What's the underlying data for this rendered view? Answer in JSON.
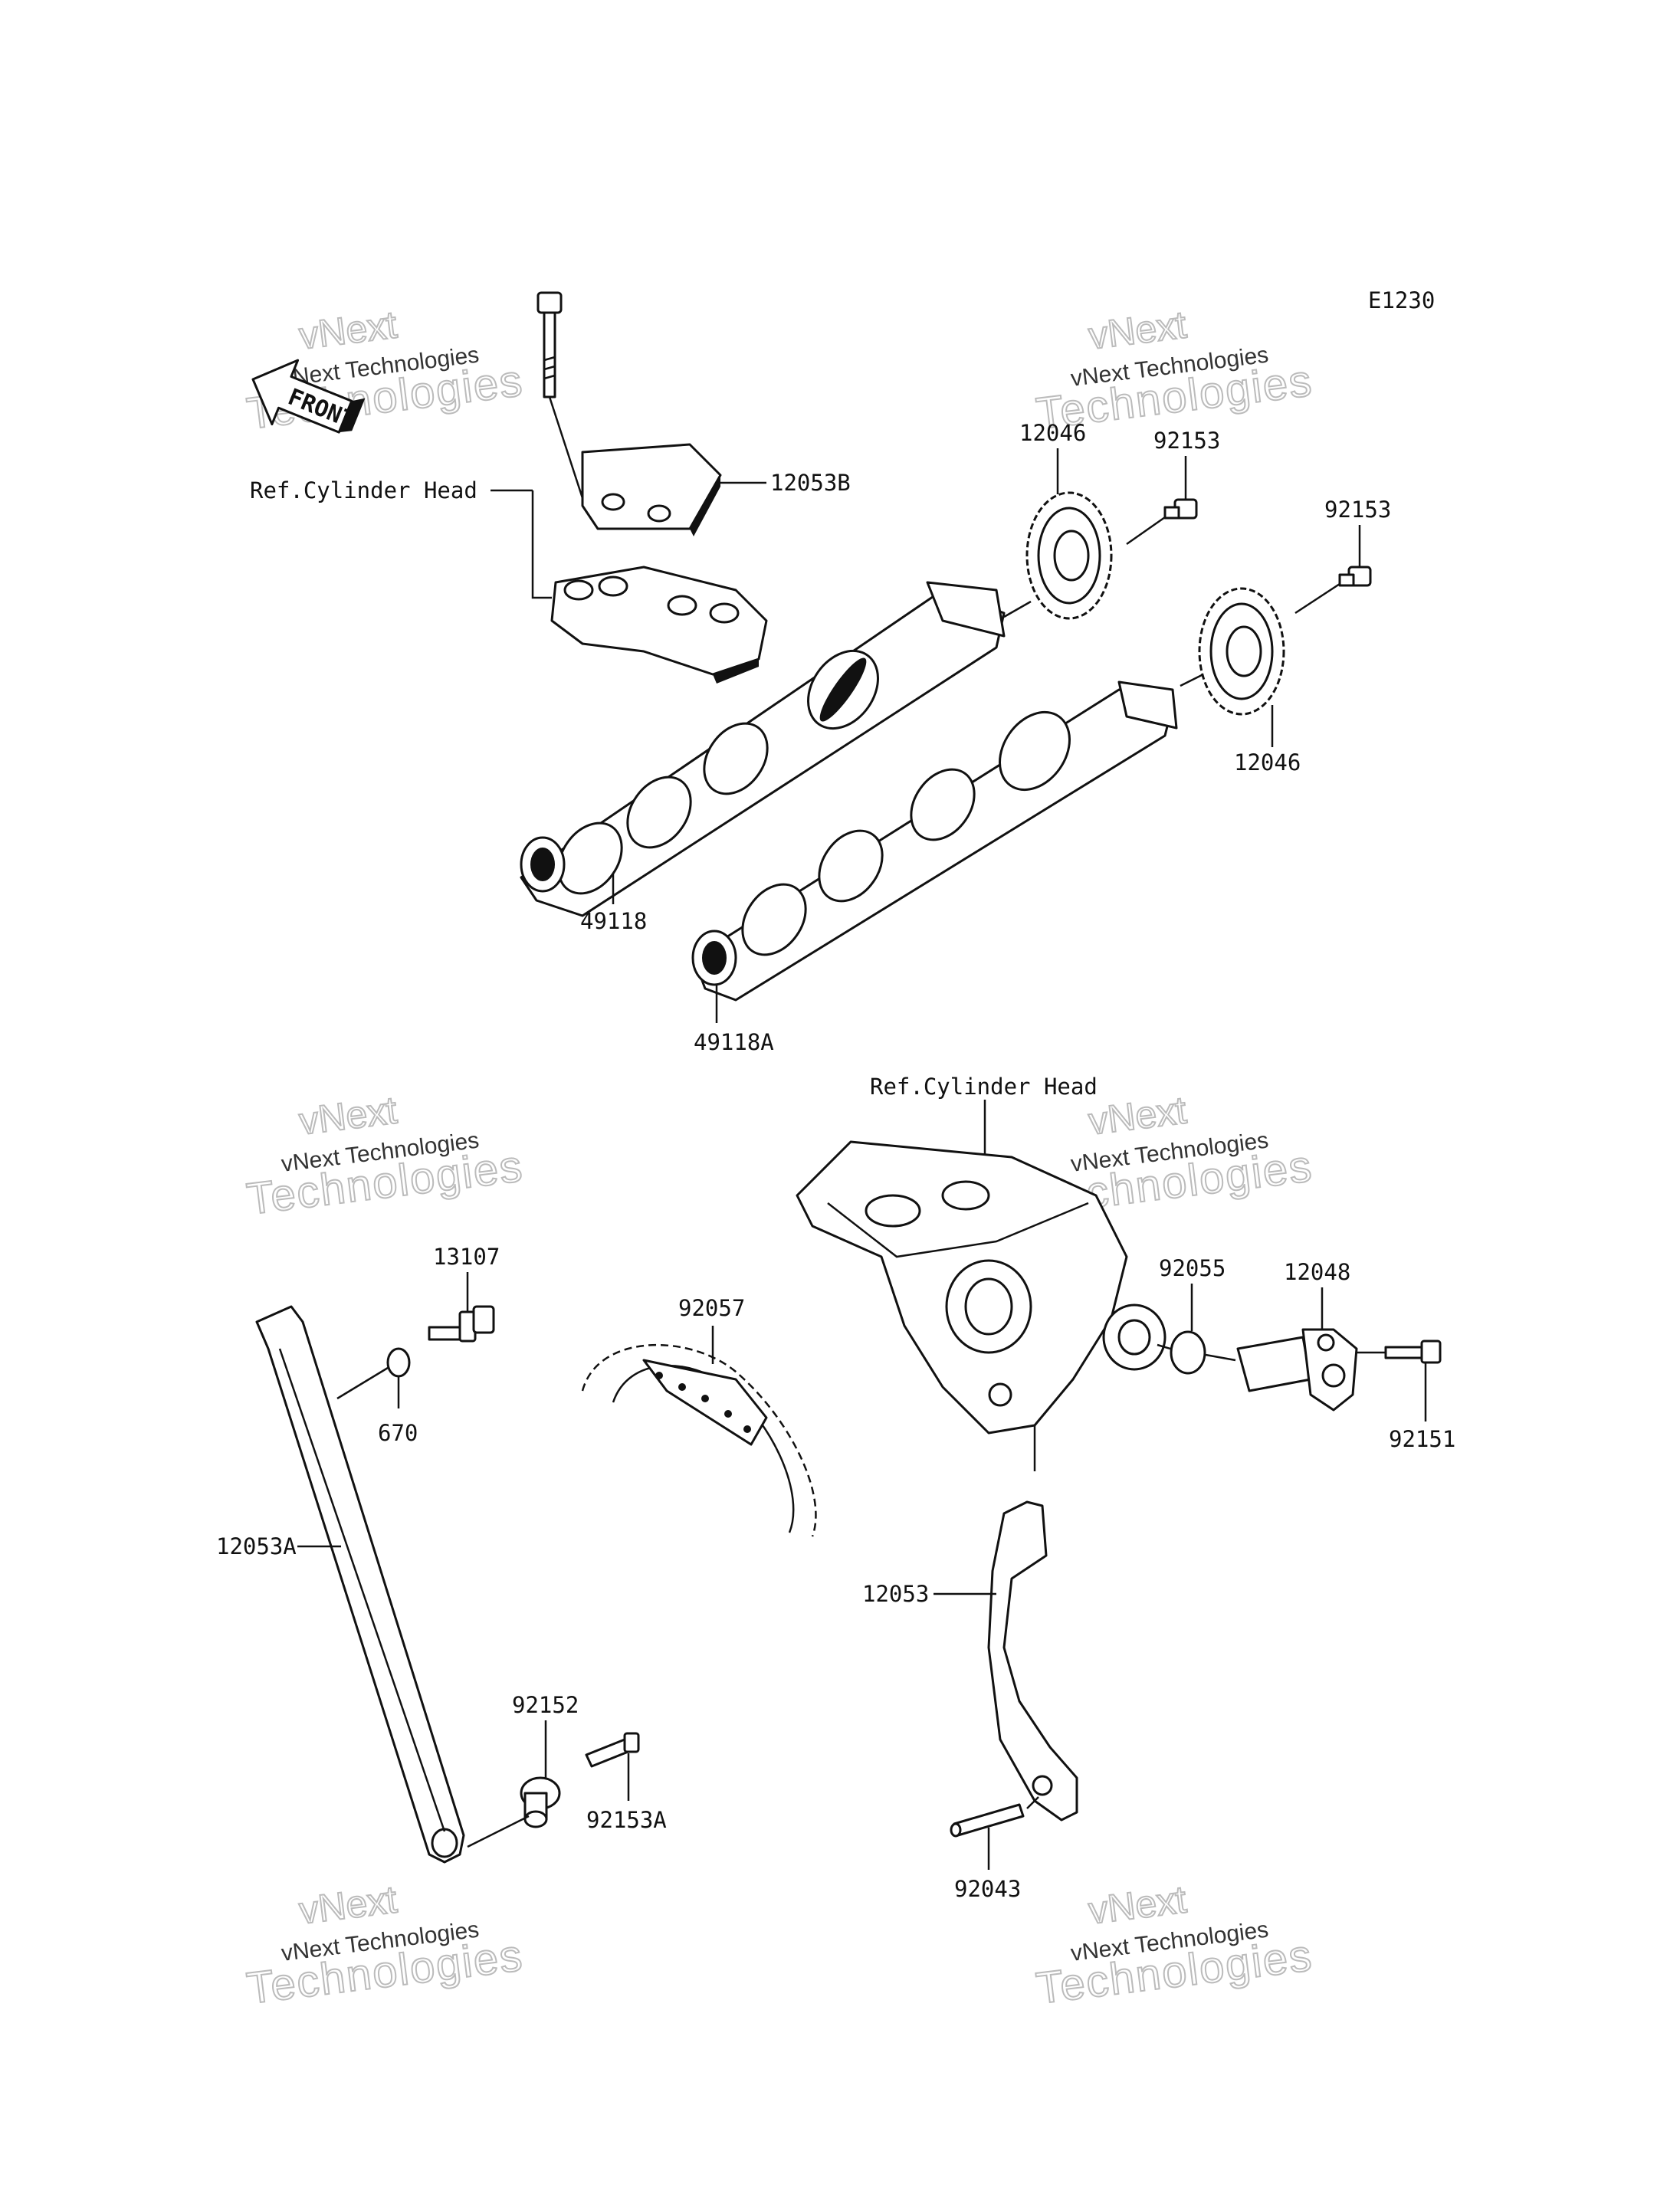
{
  "diagram_code": "E1230",
  "front_arrow_text": "FRONT",
  "watermark": {
    "line_top": "vNext",
    "line_mid": "vNext Technologies",
    "line_big": "Technologies"
  },
  "labels": {
    "ref_cyl_head_top": "Ref.Cylinder Head",
    "p12053B": "12053B",
    "p12046_top": "12046",
    "p92153_a": "92153",
    "p92153_b": "92153",
    "p12046_bottom": "12046",
    "p49118": "49118",
    "p49118A": "49118A",
    "ref_cyl_head_bottom": "Ref.Cylinder Head",
    "p13107": "13107",
    "p670": "670",
    "p92057": "92057",
    "p92055": "92055",
    "p12048": "12048",
    "p92151": "92151",
    "p12053A": "12053A",
    "p12053": "12053",
    "p92152": "92152",
    "p92153A": "92153A",
    "p92043": "92043"
  }
}
